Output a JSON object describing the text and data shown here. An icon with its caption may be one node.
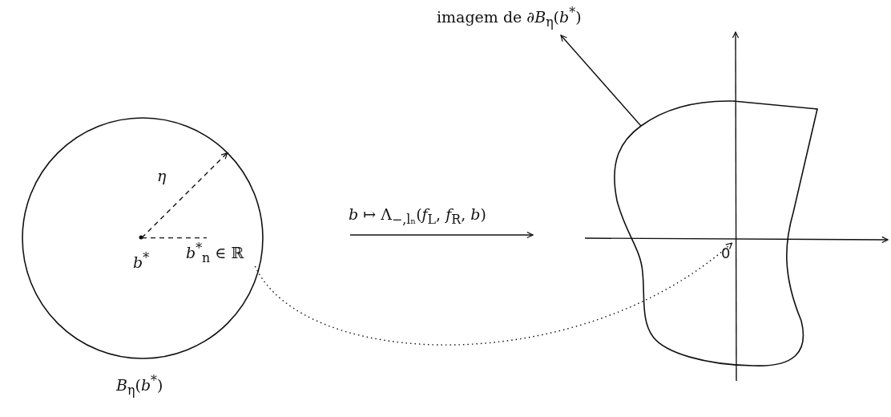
{
  "diagram": {
    "nodes": [
      {
        "text": [],
        "shape": "circle",
        "beside": [
          "*B*$_{η}$(*b*$^{*}$)"
        ]
      },
      {
        "text": [
          "*b*$^{*}$"
        ],
        "in": 0
      },
      {
        "text": [
          "*b*$^{*}$$_{n}$ ∈ ℝ"
        ],
        "in": 0
      },
      {
        "text": [],
        "shape": "cloud"
      },
      {
        "text": [
          "imagem de ∂*B*$_{η}$(*b*$^{*}$)"
        ]
      },
      {
        "text": [
          "0"
        ],
        "in": 3
      }
    ],
    "edges": [
      {
        "from": 1,
        "to": 0,
        "arrow": "to",
        "label": "η",
        "style": "dashed"
      },
      {
        "from": 1,
        "to": 2,
        "arrow": "none",
        "style": "dashed"
      },
      {
        "from": 2,
        "to": 5,
        "arrow": "to",
        "style": "dashed"
      },
      {
        "from": 3,
        "to": 4,
        "arrow": "to"
      }
    ],
    "labels": [
      "*b* ↦ Λ$_{−,lₙ}$(*f*$_{L}$, *f*$_{R}$, *b*)"
    ]
  }
}
